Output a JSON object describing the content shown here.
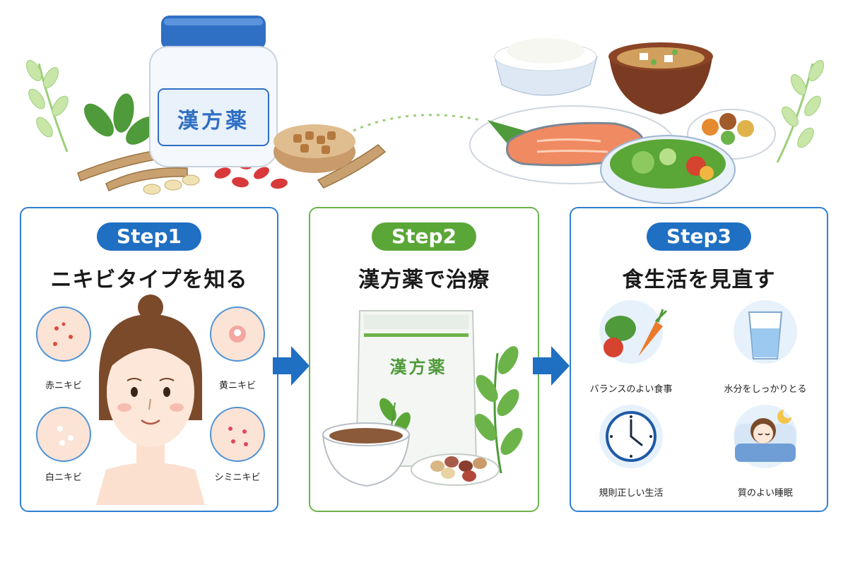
{
  "header": {
    "jar_label": "漢方薬"
  },
  "steps": [
    {
      "badge": "Step1",
      "title": "ニキビタイプを知る",
      "items": [
        "赤ニキビ",
        "黄ニキビ",
        "白ニキビ",
        "シミニキビ"
      ]
    },
    {
      "badge": "Step2",
      "title": "漢方薬で治療",
      "pack_label": "漢方薬"
    },
    {
      "badge": "Step3",
      "title": "食生活を見直す",
      "items": [
        "バランスのよい食事",
        "水分をしっかりとる",
        "規則正しい生活",
        "質のよい睡眠"
      ]
    }
  ],
  "colors": {
    "blue": "#1f6fc2",
    "green": "#5aa637",
    "panel_blue": "#2f7fd0",
    "panel_green": "#6cb34a"
  }
}
